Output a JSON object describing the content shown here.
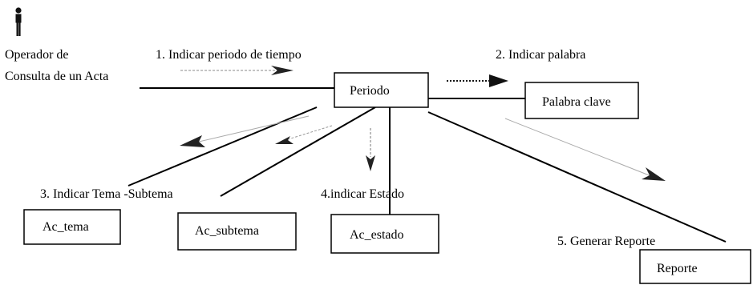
{
  "actor": {
    "name_line1": "Operador de",
    "name_line2": "Consulta de un Acta"
  },
  "boxes": {
    "periodo": "Periodo",
    "palabra_clave": "Palabra clave",
    "ac_tema": "Ac_tema",
    "ac_subtema": "Ac_subtema",
    "ac_estado": "Ac_estado",
    "reporte": "Reporte"
  },
  "messages": {
    "m1": "1.  Indicar  periodo de tiempo",
    "m2": "2. Indicar palabra",
    "m3": "3. Indicar Tema -Subtema",
    "m4": "4.indicar Estado",
    "m5": "5. Generar Reporte"
  },
  "icons": {
    "actor": "person-icon"
  }
}
